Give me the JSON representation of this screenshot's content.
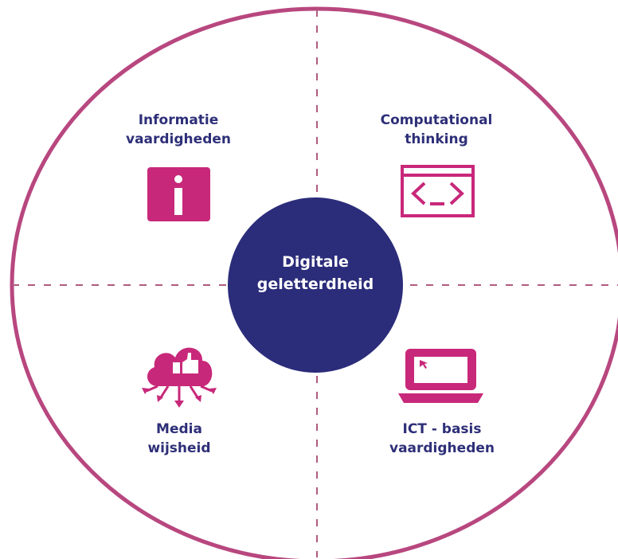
{
  "colors": {
    "accent": "#c8287a",
    "ring": "#b8477f",
    "center_fill": "#2b2c7a",
    "text_dark": "#2e2f78",
    "divider": "#b05a80"
  },
  "center": {
    "line1": "Digitale",
    "line2": "geletterdheid"
  },
  "quadrants": {
    "top_left": {
      "line1": "Informatie",
      "line2": "vaardigheden",
      "icon": "info-icon"
    },
    "top_right": {
      "line1": "Computational",
      "line2": "thinking",
      "icon": "code-window-icon"
    },
    "bottom_left": {
      "line1": "Media",
      "line2": "wijsheid",
      "icon": "cloud-social-icon"
    },
    "bottom_right": {
      "line1": "ICT - basis",
      "line2": "vaardigheden",
      "icon": "laptop-icon"
    }
  }
}
